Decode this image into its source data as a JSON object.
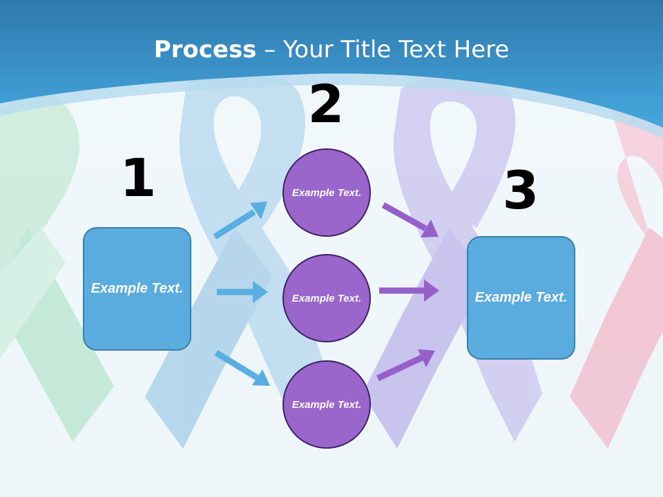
{
  "slide": {
    "title_bold": "Process",
    "title_rest": " – Your Title Text Here"
  },
  "steps": {
    "step1_number": "1",
    "step2_number": "2",
    "step3_number": "3"
  },
  "nodes": {
    "left_box_text": "Example Text.",
    "circle_top_text": "Example Text.",
    "circle_middle_text": "Example Text.",
    "circle_bottom_text": "Example Text.",
    "right_box_text": "Example Text."
  },
  "colors": {
    "header_blue": "#3c9fd8",
    "box_fill": "#5aacdf",
    "circle_fill": "#9b66cc",
    "arrow_blue": "#58aee0",
    "arrow_purple": "#9561c9",
    "ribbon_green": "#b9e6cf",
    "ribbon_blue": "#a9cfe8",
    "ribbon_lavender": "#c9c3ee",
    "ribbon_pink": "#f3b9c8"
  },
  "icons": {
    "arrow_blue": "arrow-right-icon",
    "arrow_purple": "arrow-right-icon",
    "ribbons": "awareness-ribbon-icon"
  }
}
